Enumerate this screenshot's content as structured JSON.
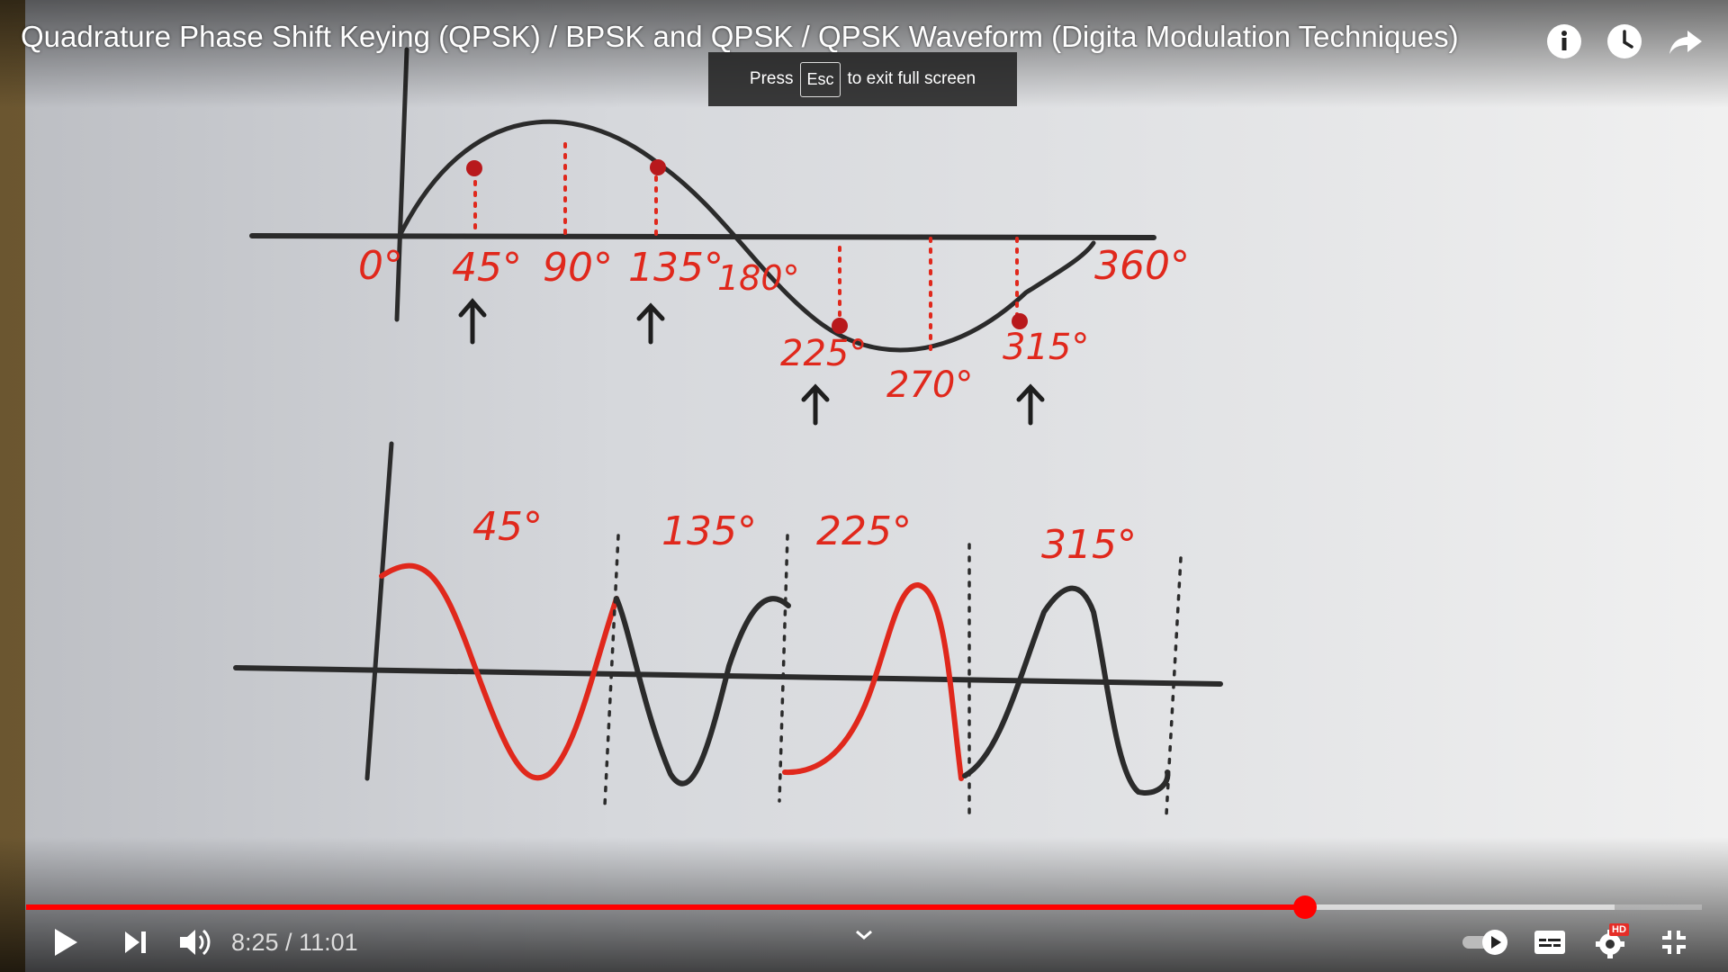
{
  "video": {
    "title": "Quadrature Phase Shift Keying (QPSK) / BPSK and QPSK / QPSK Waveform (Digita Modulation Techniques)",
    "top_buttons": [
      "info-icon",
      "watch-later-icon",
      "share-icon"
    ]
  },
  "toast": {
    "prefix": "Press",
    "key": "Esc",
    "suffix": "to exit full screen"
  },
  "whiteboard": {
    "top_labels": {
      "deg0": "0°",
      "deg45": "45°",
      "deg90": "90°",
      "deg135": "135°",
      "deg180": "180°",
      "deg225": "225°",
      "deg270": "270°",
      "deg315": "315°",
      "deg360": "360°"
    },
    "bottom_labels": {
      "seg1": "45°",
      "seg2": "135°",
      "seg3": "225°",
      "seg4": "315°"
    },
    "ink_colors": {
      "black": "#2a2a2a",
      "red": "#e0281c"
    }
  },
  "player": {
    "current_time": "8:25",
    "separator": " / ",
    "duration": "11:01",
    "time_text": "8:25 / 11:01",
    "played_fraction": 0.7632,
    "loaded_fraction": 0.9479,
    "accent_color": "#ff0000",
    "hd_badge": "HD",
    "autoplay_on": true,
    "controls": [
      "play-icon",
      "next-icon",
      "volume-icon",
      "autoplay-toggle",
      "subtitles-icon",
      "settings-icon",
      "exit-fullscreen-icon"
    ]
  }
}
